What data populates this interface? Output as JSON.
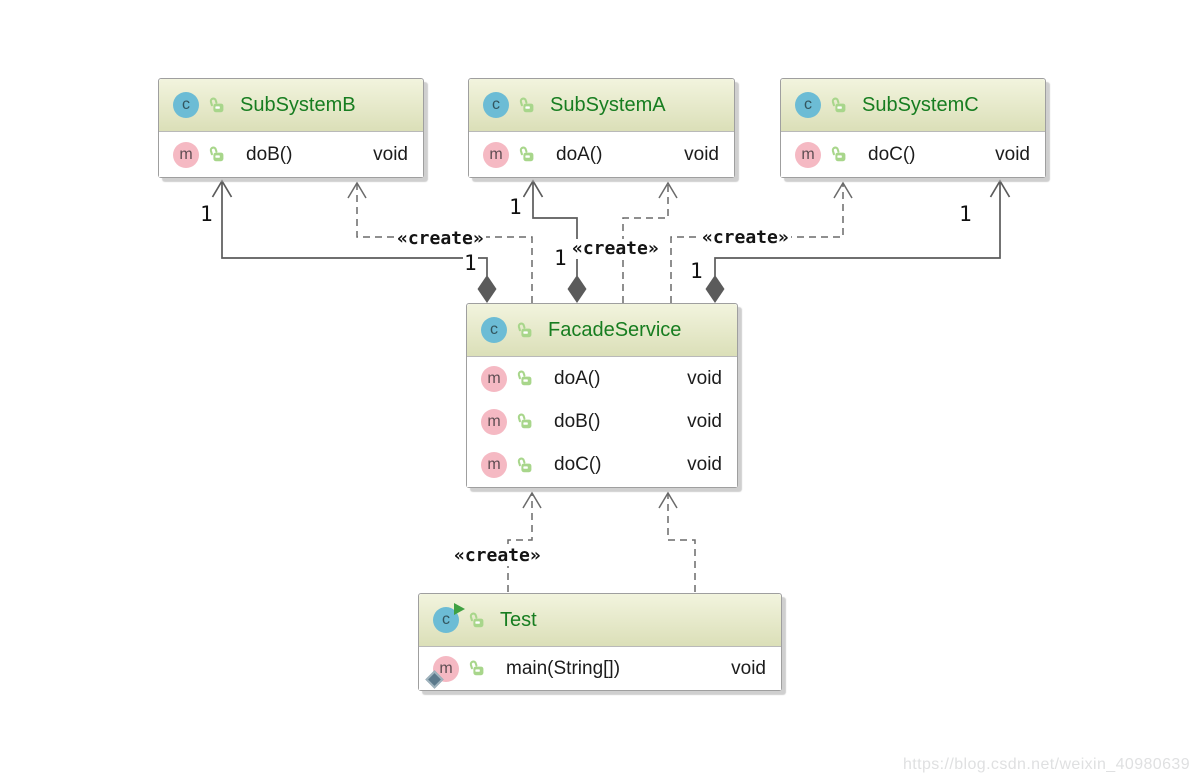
{
  "watermark": {
    "text": "https://blog.csdn.net/weixin_40980639"
  },
  "diagram": {
    "kind": "UML class diagram (Facade pattern)",
    "labels": {
      "create": "«create»",
      "one": "1"
    },
    "icons": {
      "class_icon_letter": "c",
      "method_icon_letter": "m",
      "lock_icon": "public-unlocked",
      "run_icon": "runnable-class",
      "static_icon": "static-member"
    },
    "colors": {
      "class_name_green": "#177D20",
      "header_gradient_top": "#F2F4DE",
      "header_gradient_bottom": "#DBDFB8",
      "class_badge_blue": "#6CBCD5",
      "method_badge_pink": "#F5B9C3",
      "lock_green": "#A8D68B",
      "edge_gray": "#5B5B5B",
      "run_triangle_green": "#3FA142",
      "static_diamond_slate": "#5C7A8C"
    },
    "classes": [
      {
        "name": "SubSystemB",
        "methods": [
          {
            "name": "doB()",
            "returns": "void"
          }
        ]
      },
      {
        "name": "SubSystemA",
        "methods": [
          {
            "name": "doA()",
            "returns": "void"
          }
        ]
      },
      {
        "name": "SubSystemC",
        "methods": [
          {
            "name": "doC()",
            "returns": "void"
          }
        ]
      },
      {
        "name": "FacadeService",
        "methods": [
          {
            "name": "doA()",
            "returns": "void"
          },
          {
            "name": "doB()",
            "returns": "void"
          },
          {
            "name": "doC()",
            "returns": "void"
          }
        ]
      },
      {
        "name": "Test",
        "runnable": true,
        "methods": [
          {
            "name": "main(String[])",
            "returns": "void",
            "static": true
          }
        ]
      }
    ],
    "edges": [
      {
        "from": "FacadeService",
        "to": "SubSystemB",
        "type": "composition",
        "source_multiplicity": "1",
        "target_multiplicity": "1"
      },
      {
        "from": "FacadeService",
        "to": "SubSystemA",
        "type": "composition",
        "source_multiplicity": "1",
        "target_multiplicity": "1"
      },
      {
        "from": "FacadeService",
        "to": "SubSystemC",
        "type": "composition",
        "source_multiplicity": "1",
        "target_multiplicity": "1"
      },
      {
        "from": "FacadeService",
        "to": "SubSystemB",
        "type": "create-dependency",
        "label": "«create»"
      },
      {
        "from": "FacadeService",
        "to": "SubSystemA",
        "type": "create-dependency",
        "label": "«create»"
      },
      {
        "from": "FacadeService",
        "to": "SubSystemC",
        "type": "create-dependency",
        "label": "«create»"
      },
      {
        "from": "Test",
        "to": "FacadeService",
        "type": "create-dependency",
        "label": "«create»"
      },
      {
        "from": "Test",
        "to": "FacadeService",
        "type": "create-dependency"
      }
    ]
  }
}
